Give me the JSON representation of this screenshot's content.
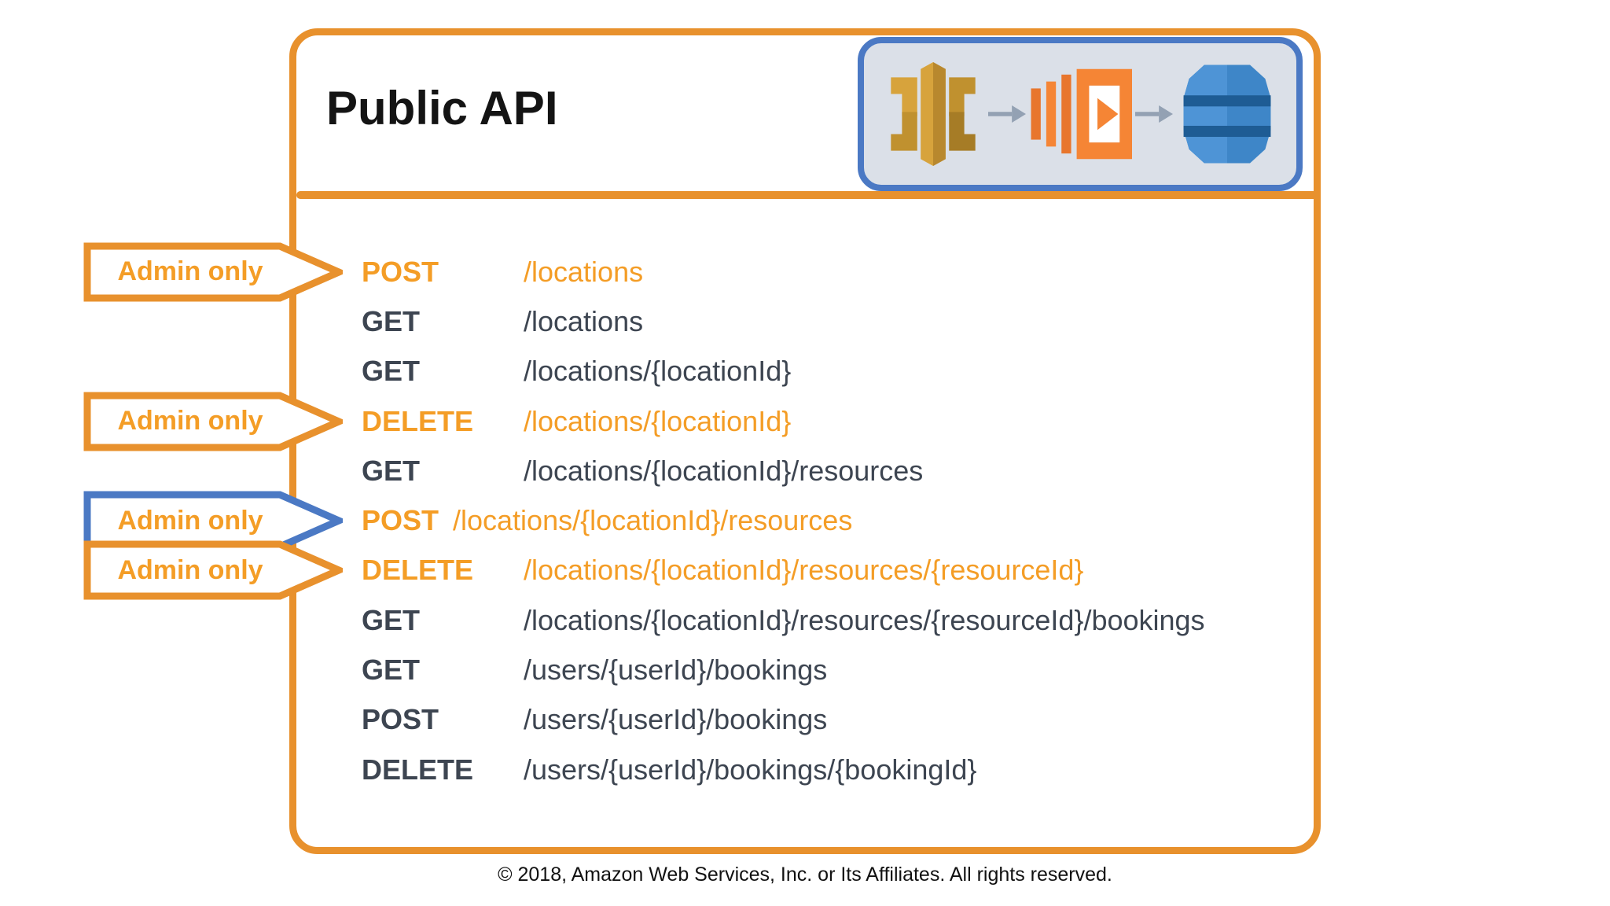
{
  "slide": {
    "title": "Public API",
    "footer": "© 2018, Amazon Web Services, Inc. or Its Affiliates. All rights reserved."
  },
  "admin_tag": {
    "label": "Admin only"
  },
  "admin_tags": [
    {
      "row": 1,
      "style": "orange"
    },
    {
      "row": 4,
      "style": "orange"
    },
    {
      "row": 6,
      "style": "blue"
    },
    {
      "row": 7,
      "style": "orange"
    }
  ],
  "endpoints": [
    {
      "method": "POST",
      "path": "/locations",
      "admin": true,
      "tight": false
    },
    {
      "method": "GET",
      "path": "/locations",
      "admin": false,
      "tight": false
    },
    {
      "method": "GET",
      "path": "/locations/{locationId}",
      "admin": false,
      "tight": false
    },
    {
      "method": "DELETE",
      "path": "/locations/{locationId}",
      "admin": true,
      "tight": false
    },
    {
      "method": "GET",
      "path": "/locations/{locationId}/resources",
      "admin": false,
      "tight": false
    },
    {
      "method": "POST",
      "path": "/locations/{locationId}/resources",
      "admin": true,
      "tight": true
    },
    {
      "method": "DELETE",
      "path": "/locations/{locationId}/resources/{resourceId}",
      "admin": true,
      "tight": false
    },
    {
      "method": "GET",
      "path": "/locations/{locationId}/resources/{resourceId}/bookings",
      "admin": false,
      "tight": false
    },
    {
      "method": "GET",
      "path": "/users/{userId}/bookings",
      "admin": false,
      "tight": false
    },
    {
      "method": "POST",
      "path": "/users/{userId}/bookings",
      "admin": false,
      "tight": false
    },
    {
      "method": "DELETE",
      "path": "/users/{userId}/bookings/{bookingId}",
      "admin": false,
      "tight": false
    }
  ],
  "icon_flow": {
    "icons": [
      "api-gateway",
      "lambda",
      "dynamodb"
    ]
  },
  "colors": {
    "orange": "#E8912D",
    "orange_text": "#F49D26",
    "dark_text": "#3D4551",
    "blue": "#4B79C4",
    "panel_bg": "#DBE0E8",
    "arrow_gray": "#93A1B3"
  }
}
